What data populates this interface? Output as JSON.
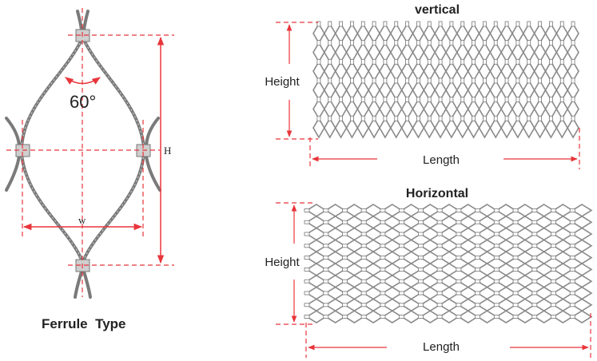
{
  "ferrule": {
    "angle_label": "60°",
    "height_symbol": "H",
    "width_symbol": "w",
    "caption": "Ferrule  Type"
  },
  "vertical": {
    "title": "vertical",
    "height_label": "Height",
    "length_label": "Length"
  },
  "horizontal": {
    "title": "Horizontal",
    "height_label": "Height",
    "length_label": "Length"
  },
  "colors": {
    "dimension_red": "#e8353b",
    "mesh_gray": "#8a8a8a",
    "wire_dark": "#6b6b6b"
  }
}
